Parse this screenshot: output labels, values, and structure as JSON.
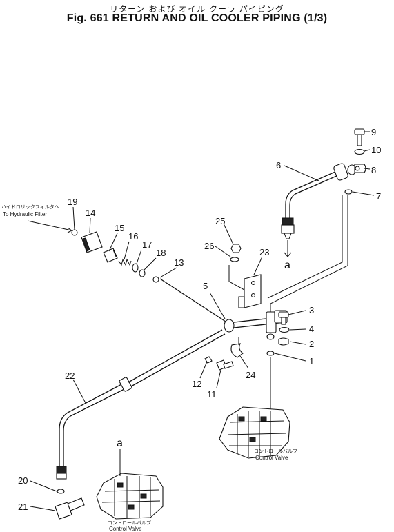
{
  "header": {
    "title_jp": "リターン および オイル クーラ パイピング",
    "title": "Fig. 661 RETURN AND OIL COOLER PIPING (1/3)"
  },
  "notes": {
    "hydraulic_filter_jp": "ハイドロリックフィルタへ",
    "hydraulic_filter_en": "To Hydraulic Filter",
    "control_valve_upper_jp": "コントロールバルブ",
    "control_valve_upper_en": "Control Valve",
    "control_valve_lower_jp": "コントロールバルブ",
    "control_valve_lower_en": "Control Valve"
  },
  "references": {
    "a_top": "a",
    "a_bottom": "a"
  },
  "callouts": [
    "1",
    "2",
    "3",
    "4",
    "5",
    "6",
    "7",
    "8",
    "9",
    "10",
    "11",
    "12",
    "13",
    "14",
    "15",
    "16",
    "17",
    "18",
    "19",
    "20",
    "21",
    "22",
    "23",
    "24",
    "25",
    "26"
  ]
}
